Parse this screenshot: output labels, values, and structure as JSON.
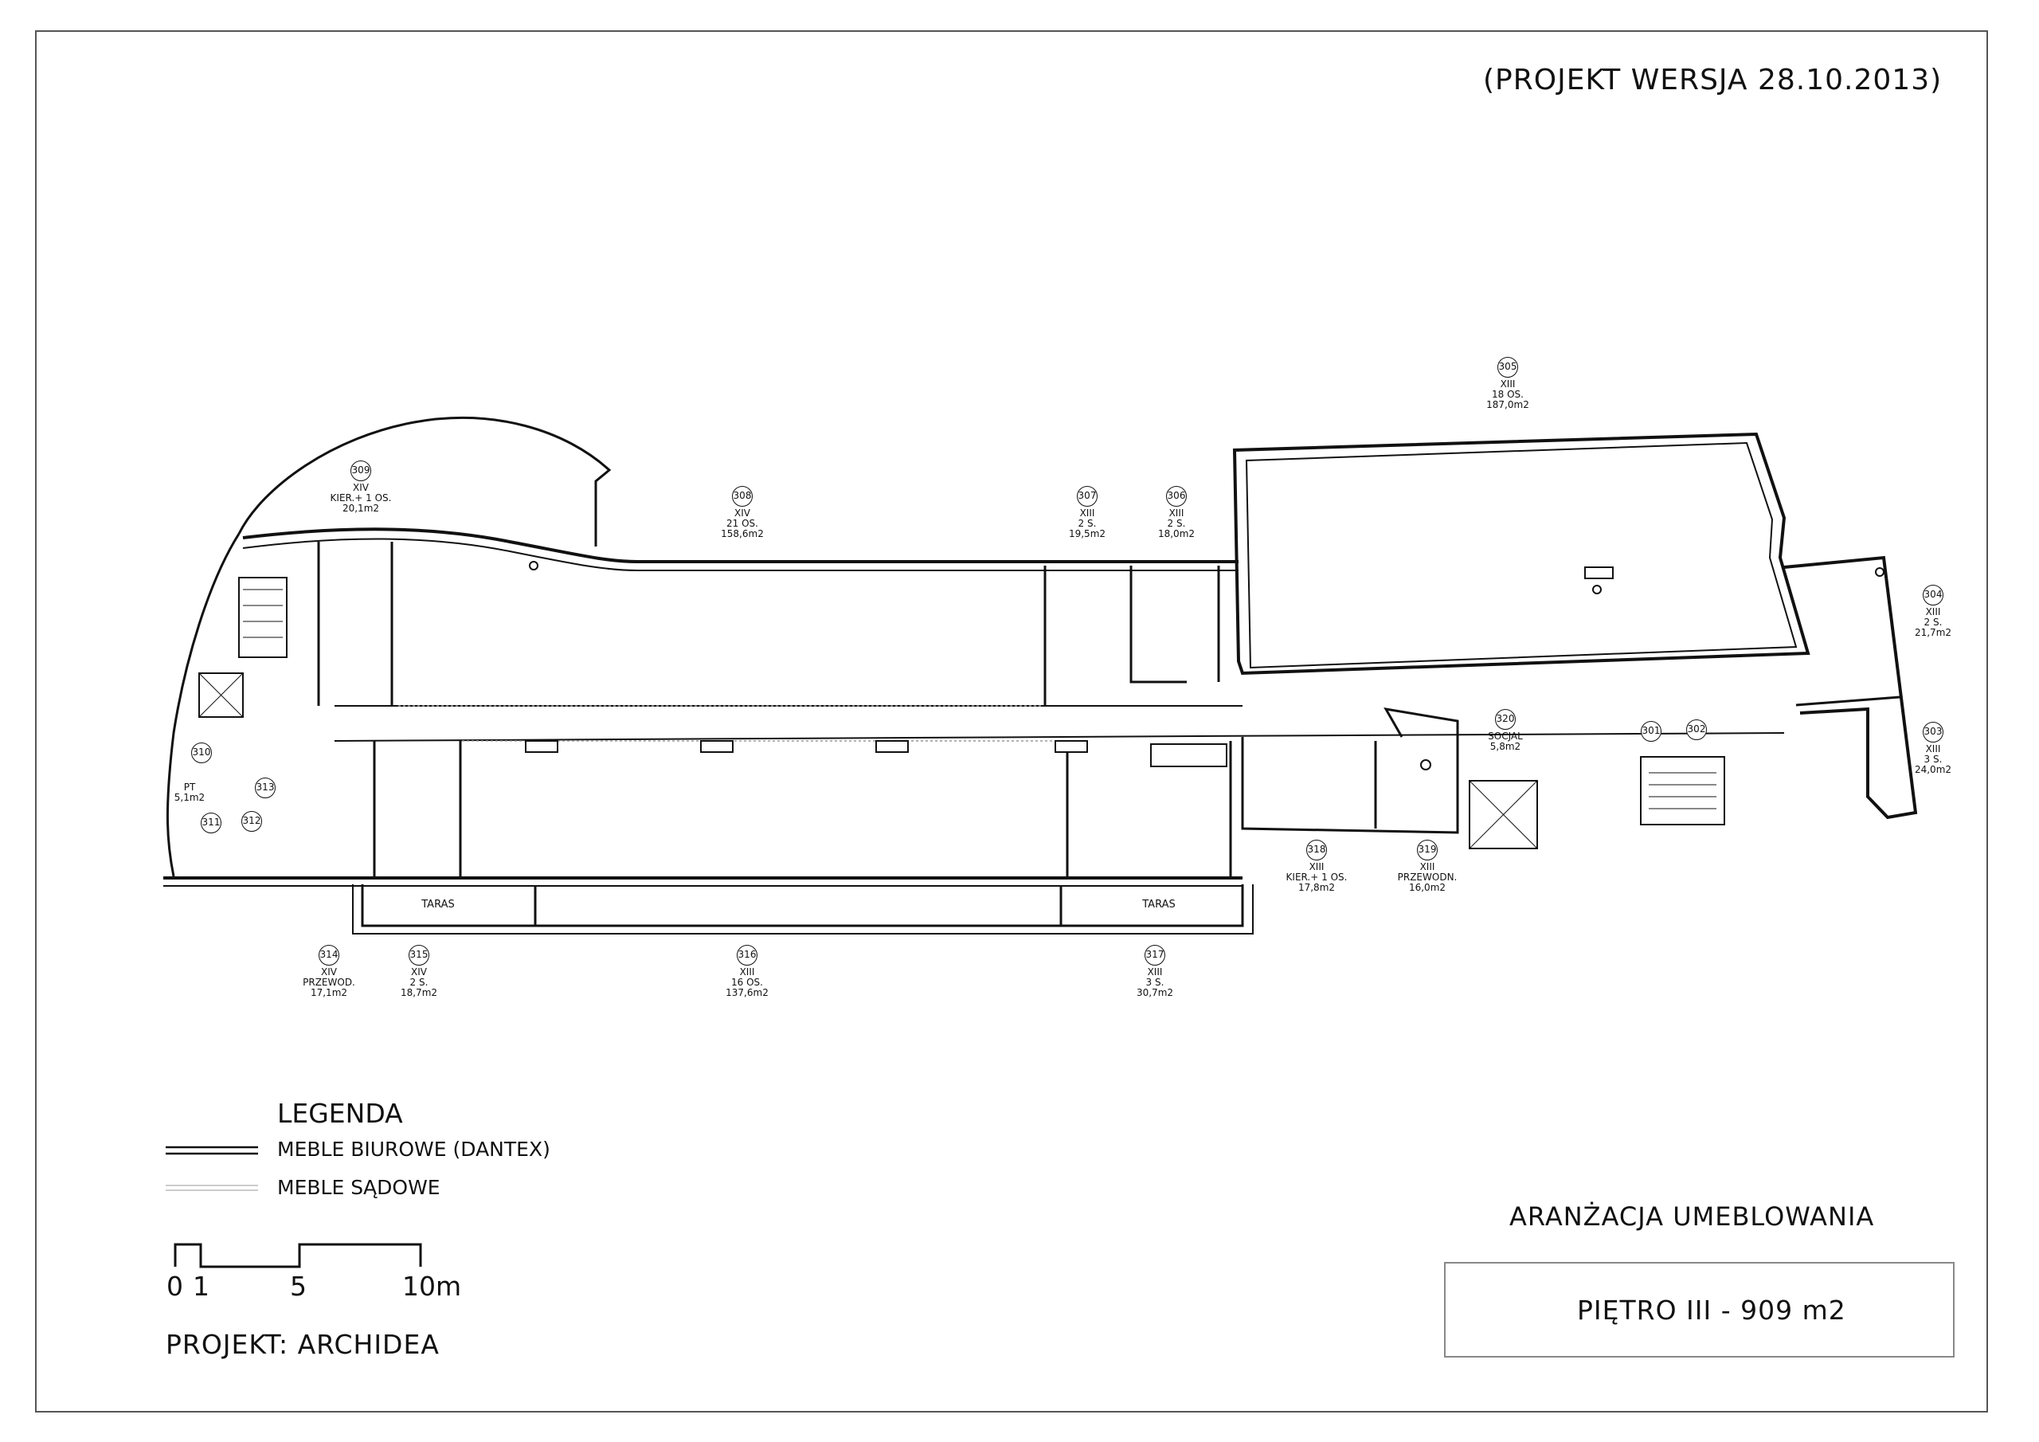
{
  "sheet": {
    "version": "(PROJEKT WERSJA 28.10.2013)",
    "legend": {
      "title": "LEGENDA",
      "items": [
        {
          "label": "MEBLE BIUROWE (DANTEX)"
        },
        {
          "label": "MEBLE SĄDOWE"
        }
      ]
    },
    "scale": {
      "labels": [
        "0",
        "1",
        "5",
        "10m"
      ]
    },
    "project": "PROJEKT: ARCHIDEA",
    "arrangement": "ARANŻACJA UMEBLOWANIA",
    "floor_title": "PIĘTRO III - 909 m2"
  },
  "rooms": {
    "r305": {
      "num": "305",
      "l1": "XIII",
      "l2": "18 OS.",
      "l3": "187,0m2"
    },
    "r309": {
      "num": "309",
      "l1": "XIV",
      "l2": "KIER.+ 1 OS.",
      "l3": "20,1m2"
    },
    "r308": {
      "num": "308",
      "l1": "XIV",
      "l2": "21 OS.",
      "l3": "158,6m2"
    },
    "r307": {
      "num": "307",
      "l1": "XIII",
      "l2": "2 S.",
      "l3": "19,5m2"
    },
    "r306": {
      "num": "306",
      "l1": "XIII",
      "l2": "2 S.",
      "l3": "18,0m2"
    },
    "r304": {
      "num": "304",
      "l1": "XIII",
      "l2": "2 S.",
      "l3": "21,7m2"
    },
    "r303": {
      "num": "303",
      "l1": "XIII",
      "l2": "3 S.",
      "l3": "24,0m2"
    },
    "r314": {
      "num": "314",
      "l1": "XIV",
      "l2": "PRZEWOD.",
      "l3": "17,1m2"
    },
    "r315": {
      "num": "315",
      "l1": "XIV",
      "l2": "2 S.",
      "l3": "18,7m2"
    },
    "r316": {
      "num": "316",
      "l1": "XIII",
      "l2": "16 OS.",
      "l3": "137,6m2"
    },
    "r317": {
      "num": "317",
      "l1": "XIII",
      "l2": "3 S.",
      "l3": "30,7m2"
    },
    "r318": {
      "num": "318",
      "l1": "XIII",
      "l2": "KIER.+ 1 OS.",
      "l3": "17,8m2"
    },
    "r319": {
      "num": "319",
      "l1": "XIII",
      "l2": "PRZEWODN.",
      "l3": "16,0m2"
    }
  },
  "small": {
    "r320": {
      "num": "320",
      "l1": "SOCJAL",
      "l2": "5,8m2"
    },
    "pt": {
      "l1": "PT",
      "l2": "5,1m2"
    },
    "b310": "310",
    "b311": "311",
    "b312": "312",
    "b313": "313",
    "b301": "301",
    "b302": "302"
  },
  "taras": {
    "left": "TARAS",
    "right": "TARAS"
  }
}
